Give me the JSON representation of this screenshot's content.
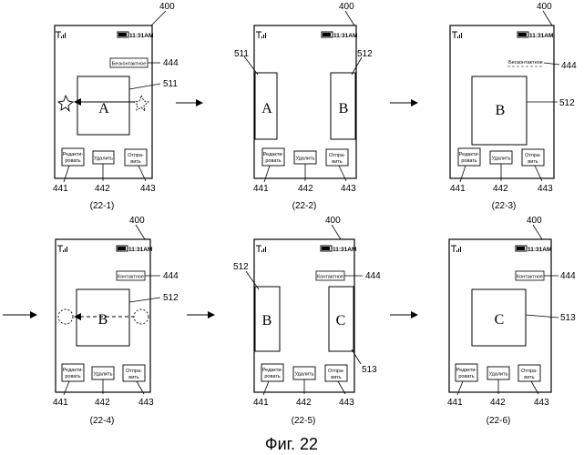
{
  "device_ref": "400",
  "status": {
    "time": "11:31AM"
  },
  "caption": "Фиг. 22",
  "buttons": {
    "edit_label_1": "Редакти-",
    "edit_label_2": "ровать",
    "delete_label": "Удалить",
    "send_label_1": "Отпра-",
    "send_label_2": "вить"
  },
  "refs": {
    "mode_indicator": "444",
    "edit_button": "441",
    "delete_button": "442",
    "send_button": "443"
  },
  "panels": [
    {
      "caption": "(22-1)",
      "mode": "Бесконтактное",
      "images": [
        {
          "letter": "A",
          "ref": "511"
        }
      ]
    },
    {
      "caption": "(22-2)",
      "mode": "",
      "images": [
        {
          "letter": "A",
          "ref": "511"
        },
        {
          "letter": "B",
          "ref": "512"
        }
      ]
    },
    {
      "caption": "(22-3)",
      "mode": "Бесконтактное",
      "images": [
        {
          "letter": "B",
          "ref": "512"
        }
      ]
    },
    {
      "caption": "(22-4)",
      "mode": "Контактное",
      "images": [
        {
          "letter": "B",
          "ref": "512"
        }
      ]
    },
    {
      "caption": "(22-5)",
      "mode": "Контактное",
      "images": [
        {
          "letter": "B",
          "ref": "512"
        },
        {
          "letter": "C",
          "ref": "513"
        }
      ]
    },
    {
      "caption": "(22-6)",
      "mode": "Контактное",
      "images": [
        {
          "letter": "C",
          "ref": "513"
        }
      ]
    }
  ]
}
